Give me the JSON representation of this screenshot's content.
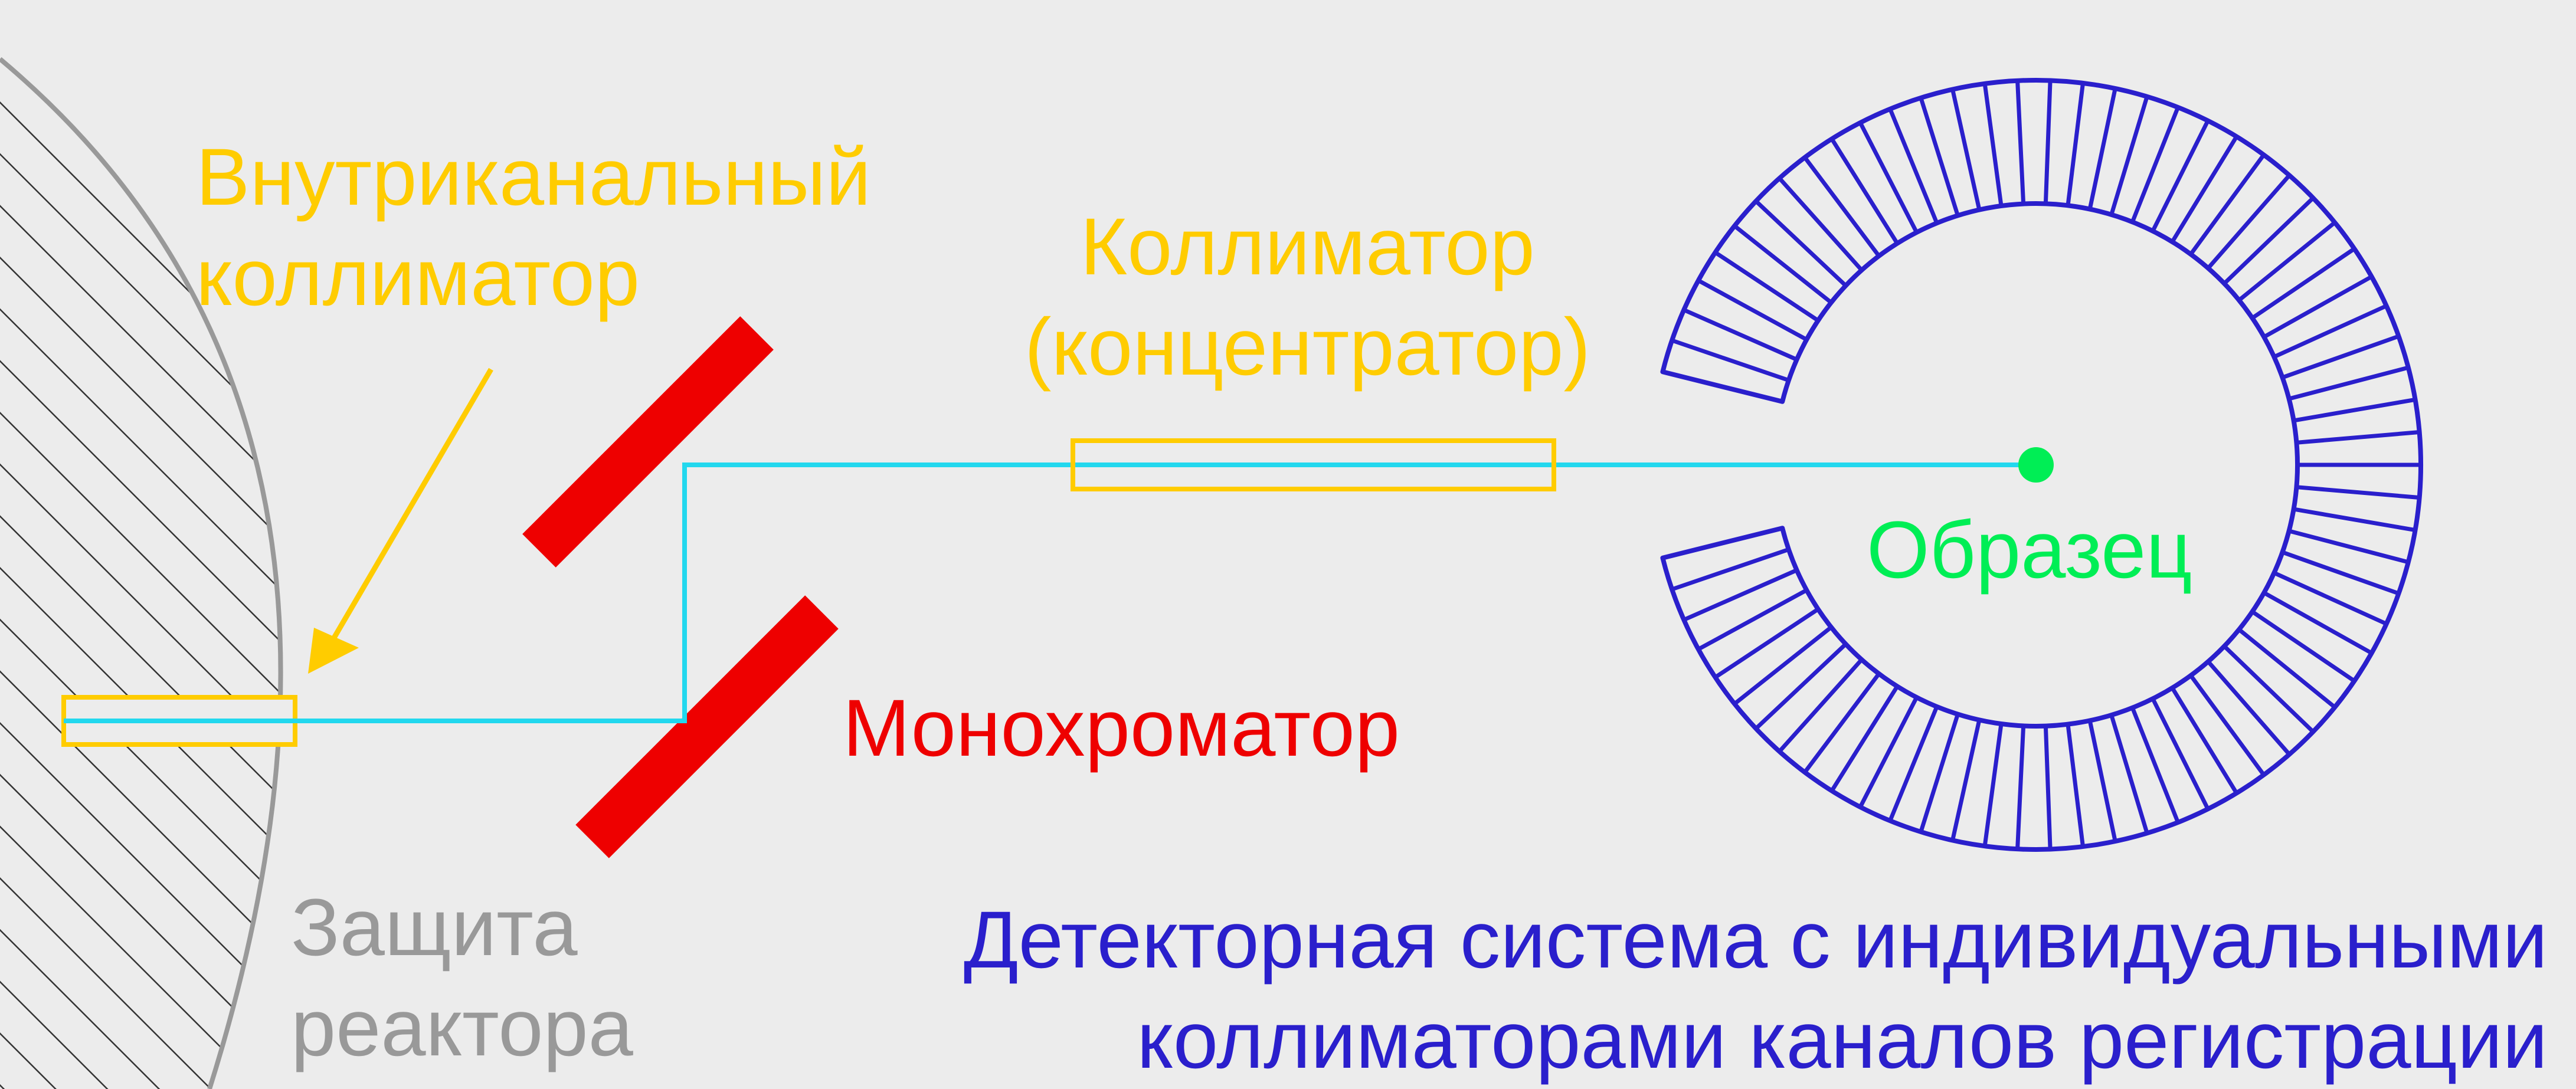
{
  "labels": {
    "inner_collimator": {
      "line1": "Внутриканальный",
      "line2": "коллиматор"
    },
    "collimator": {
      "line1": "Коллиматор",
      "line2": "(концентратор)"
    },
    "monochromator": "Монохроматор",
    "sample": "Образец",
    "reactor_shield": {
      "line1": "Защита",
      "line2": "реактора"
    },
    "detector_system": {
      "line1": "Детекторная система с индивидуальными",
      "line2": "коллиматорами каналов регистрации"
    }
  },
  "colors": {
    "background": "#ececec",
    "collimator": "#ffcc00",
    "monochromator": "#ee0000",
    "beam": "#22d8ee",
    "sample": "#00ee55",
    "shield": "#999999",
    "hatch": "#333333",
    "detector": "#2a1fcc"
  },
  "detector": {
    "channel_count": 68
  }
}
